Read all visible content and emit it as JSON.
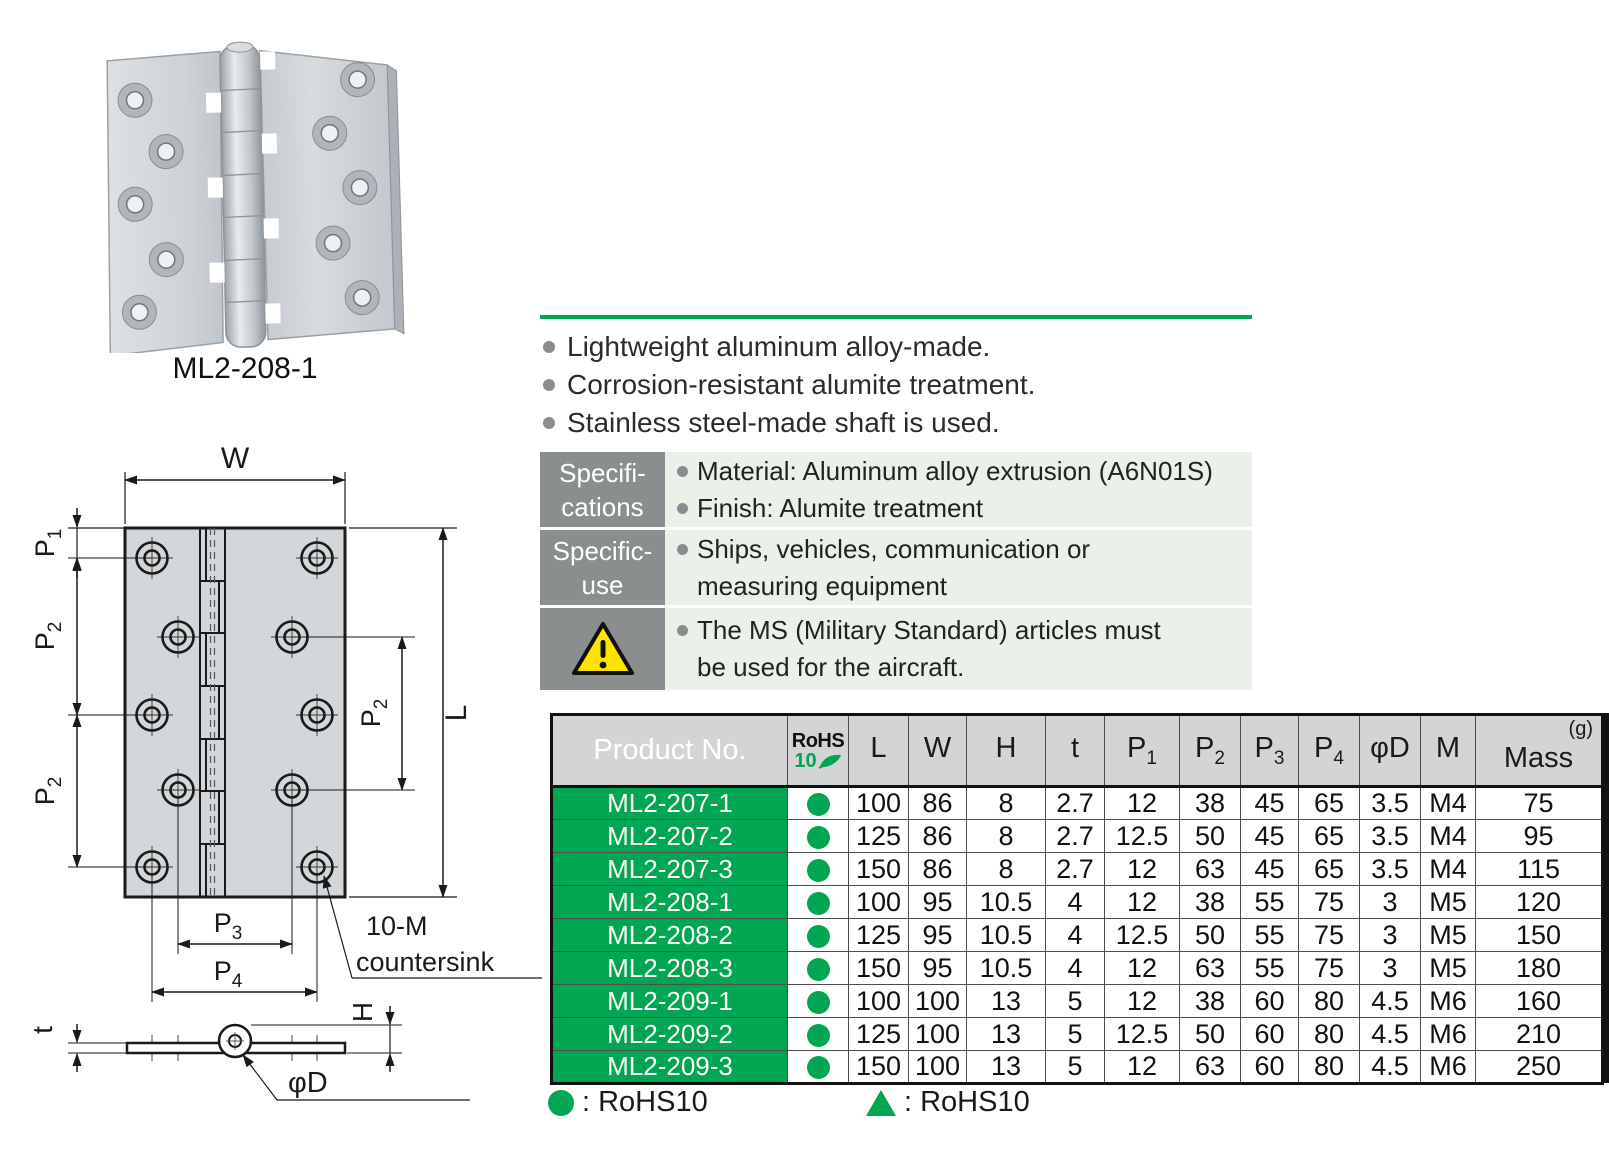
{
  "photo": {
    "caption": "ML2-208-1"
  },
  "features": [
    "Lightweight aluminum alloy-made.",
    "Corrosion-resistant alumite treatment.",
    "Stainless steel-made shaft is used."
  ],
  "spec_box": {
    "rows": [
      {
        "label1": "Specifi-",
        "label2": "cations",
        "items": [
          {
            "text": "Material: Aluminum alloy extrusion (A6N01S)"
          },
          {
            "text": "Finish: Alumite treatment"
          }
        ]
      },
      {
        "label1": "Specific-",
        "label2": "use",
        "items": [
          {
            "text": "Ships, vehicles, communication or",
            "text2": "measuring equipment"
          }
        ]
      },
      {
        "warning_icon": "warning-triangle",
        "items": [
          {
            "text": "The MS (Military Standard) articles must",
            "text2": "be used for the aircraft."
          }
        ]
      }
    ]
  },
  "drawing": {
    "labels": {
      "w": "W",
      "l": "L",
      "p1": {
        "base": "P",
        "sub": "1"
      },
      "p2a": {
        "base": "P",
        "sub": "2"
      },
      "p2b": {
        "base": "P",
        "sub": "2"
      },
      "p2r": {
        "base": "P",
        "sub": "2"
      },
      "p3": {
        "base": "P",
        "sub": "3"
      },
      "p4": {
        "base": "P",
        "sub": "4"
      },
      "cs_line1": "10-M",
      "cs_line2": "countersink",
      "t": "t",
      "h": "H",
      "phid": "φD"
    }
  },
  "table": {
    "product_header": "Product No.",
    "rohs_header": {
      "line1": "RoHS",
      "line2": "10"
    },
    "columns": [
      {
        "base": "L"
      },
      {
        "base": "W"
      },
      {
        "base": "H"
      },
      {
        "base": "t"
      },
      {
        "base": "P",
        "sub": "1"
      },
      {
        "base": "P",
        "sub": "2"
      },
      {
        "base": "P",
        "sub": "3"
      },
      {
        "base": "P",
        "sub": "4"
      },
      {
        "base": "φD"
      },
      {
        "base": "M"
      }
    ],
    "mass_header": {
      "label": "Mass",
      "unit": "(g)"
    },
    "rows": [
      {
        "product_no": "ML2-207-1",
        "rohs": "circle",
        "values": [
          "100",
          "86",
          "8",
          "2.7",
          "12",
          "38",
          "45",
          "65",
          "3.5",
          "M4",
          "75"
        ],
        "group_end": false
      },
      {
        "product_no": "ML2-207-2",
        "rohs": "circle",
        "values": [
          "125",
          "86",
          "8",
          "2.7",
          "12.5",
          "50",
          "45",
          "65",
          "3.5",
          "M4",
          "95"
        ],
        "group_end": false
      },
      {
        "product_no": "ML2-207-3",
        "rohs": "circle",
        "values": [
          "150",
          "86",
          "8",
          "2.7",
          "12",
          "63",
          "45",
          "65",
          "3.5",
          "M4",
          "115"
        ],
        "group_end": true
      },
      {
        "product_no": "ML2-208-1",
        "rohs": "circle",
        "values": [
          "100",
          "95",
          "10.5",
          "4",
          "12",
          "38",
          "55",
          "75",
          "3",
          "M5",
          "120"
        ],
        "group_end": false
      },
      {
        "product_no": "ML2-208-2",
        "rohs": "circle",
        "values": [
          "125",
          "95",
          "10.5",
          "4",
          "12.5",
          "50",
          "55",
          "75",
          "3",
          "M5",
          "150"
        ],
        "group_end": false
      },
      {
        "product_no": "ML2-208-3",
        "rohs": "circle",
        "values": [
          "150",
          "95",
          "10.5",
          "4",
          "12",
          "63",
          "55",
          "75",
          "3",
          "M5",
          "180"
        ],
        "group_end": true
      },
      {
        "product_no": "ML2-209-1",
        "rohs": "circle",
        "values": [
          "100",
          "100",
          "13",
          "5",
          "12",
          "38",
          "60",
          "80",
          "4.5",
          "M6",
          "160"
        ],
        "group_end": false
      },
      {
        "product_no": "ML2-209-2",
        "rohs": "circle",
        "values": [
          "125",
          "100",
          "13",
          "5",
          "12.5",
          "50",
          "60",
          "80",
          "4.5",
          "M6",
          "210"
        ],
        "group_end": false
      },
      {
        "product_no": "ML2-209-3",
        "rohs": "circle",
        "values": [
          "150",
          "100",
          "13",
          "5",
          "12",
          "63",
          "60",
          "80",
          "4.5",
          "M6",
          "250"
        ],
        "group_end": true
      }
    ]
  },
  "legend": [
    {
      "symbol": "circle",
      "label": ": RoHS10"
    },
    {
      "symbol": "triangle",
      "label": ": RoHS10"
    }
  ],
  "colors": {
    "green": "#00a651",
    "product_header_grey": "#77797c",
    "spec_label_grey": "#8b8e8f",
    "column_header_grey": "#d2d4d5",
    "spec_content_green": "#e9f1e9",
    "warning_yellow": "#ffe200"
  }
}
